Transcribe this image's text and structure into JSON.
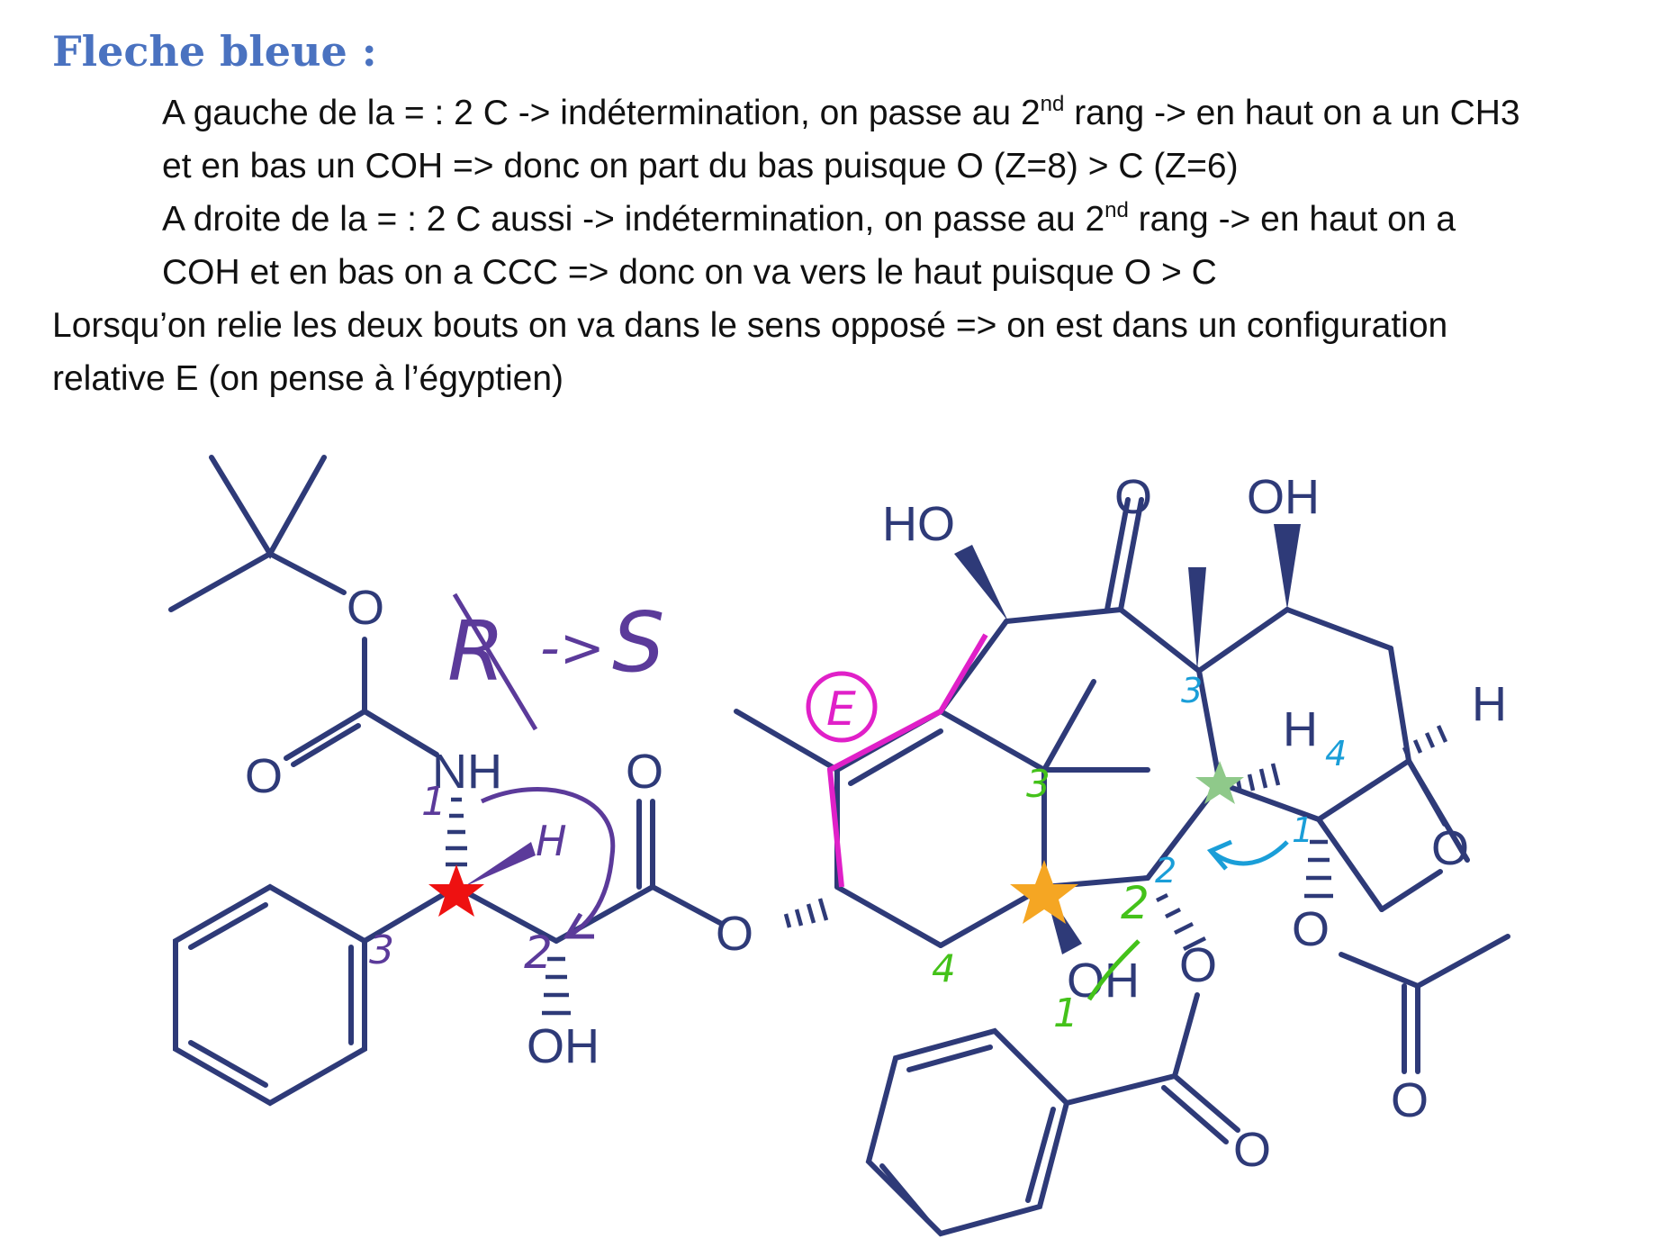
{
  "doc": {
    "title": "Fleche bleue :",
    "line1a": "A gauche de la = : 2 C -> indétermination, on passe au 2",
    "line1sup": "nd",
    "line1b": " rang -> en haut on a un CH3",
    "line2": "et en bas un COH => donc on part du bas puisque O (Z=8) > C (Z=6)",
    "line3a": "A droite de la = : 2 C aussi -> indétermination, on passe au 2",
    "line3sup": "nd",
    "line3b": " rang -> en haut on a",
    "line4": "COH et en bas on a CCC => donc on va vers le haut puisque O > C",
    "line5": "Lorsqu’on relie les deux bouts on va dans le sens opposé => on est dans un configuration",
    "line6": "relative E (on pense à l’égyptien)"
  },
  "molecule": {
    "atoms": {
      "o_boc": "O",
      "o_carbonyl_boc": "O",
      "nh": "NH",
      "o_ester_carbonyl": "O",
      "oh_side": "OH",
      "o_ester": "O",
      "ho_top": "HO",
      "o_ketone": "O",
      "oh_top_right": "OH",
      "h_right": "H",
      "h_middle": "H",
      "o_oxetane": "O",
      "o_acetate": "O",
      "o_acetate_carbonyl": "O",
      "oh_bottom": "OH",
      "o_benzoate": "O",
      "o_benzoate_carbonyl": "O"
    },
    "annotations": {
      "purple_label_strike": "R",
      "purple_arrow": "->",
      "purple_label_s": "S",
      "purple_h": "H",
      "purple_1": "1",
      "purple_2": "2",
      "purple_3": "3",
      "magenta_e": "E",
      "green_3": "3",
      "green_4": "4",
      "green_2": "2",
      "green_1": "1",
      "blue_3": "3",
      "blue_4": "4",
      "blue_1": "1",
      "blue_2": "2"
    },
    "colors": {
      "structure": "#2e3a78",
      "purple": "#5b3a9a",
      "magenta": "#e020c8",
      "green": "#44c21a",
      "blue": "#1a9ed8",
      "star_red": "#ee1111",
      "star_orange": "#f5a623",
      "star_green": "#8fc98a"
    }
  }
}
